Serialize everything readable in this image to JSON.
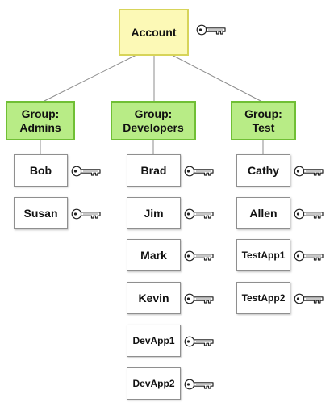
{
  "account": {
    "label": "Account",
    "icon": "key-icon"
  },
  "groups": [
    {
      "label": "Group:\nAdmins",
      "icon": "key-icon",
      "members": [
        "Bob",
        "Susan"
      ]
    },
    {
      "label": "Group:\nDevelopers",
      "icon": "key-icon",
      "members": [
        "Brad",
        "Jim",
        "Mark",
        "Kevin",
        "DevApp1",
        "DevApp2"
      ]
    },
    {
      "label": "Group:\nTest",
      "icon": "key-icon",
      "members": [
        "Cathy",
        "Allen",
        "TestApp1",
        "TestApp2"
      ]
    }
  ],
  "colors": {
    "account_fill": "#fcf9b6",
    "account_border": "#d7d45a",
    "group_fill": "#b8ec86",
    "group_border": "#70bf35",
    "member_border": "#8f8f8f",
    "connector": "#8c8c8c"
  }
}
